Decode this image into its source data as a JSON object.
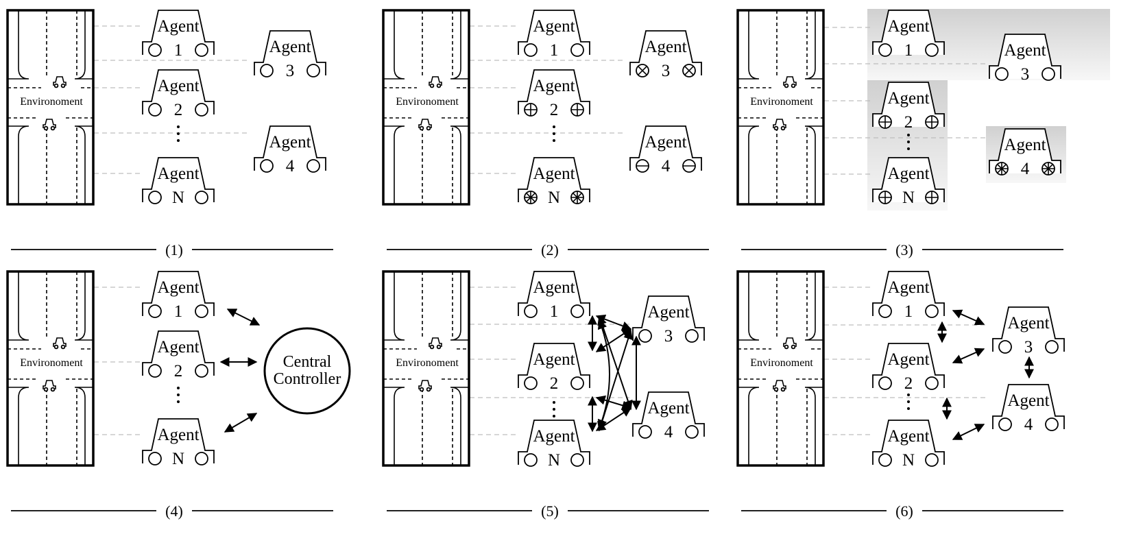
{
  "colors": {
    "ink": "#000000",
    "leader": "#bdbdbd",
    "group_shade_dark": "#d0d0d0",
    "group_shade_light": "#f7f7f7"
  },
  "environment_label": "Environoment",
  "agent_word": "Agent",
  "central_controller": {
    "line1": "Central",
    "line2": "Controller"
  },
  "panels": [
    {
      "caption": "(1)",
      "agents": [
        {
          "id": "1",
          "wheel": "plain"
        },
        {
          "id": "2",
          "wheel": "plain"
        },
        {
          "id": "N",
          "wheel": "plain"
        },
        {
          "id": "3",
          "wheel": "plain"
        },
        {
          "id": "4",
          "wheel": "plain"
        }
      ]
    },
    {
      "caption": "(2)",
      "agents": [
        {
          "id": "1",
          "wheel": "plain"
        },
        {
          "id": "2",
          "wheel": "oplus"
        },
        {
          "id": "N",
          "wheel": "asterisk"
        },
        {
          "id": "3",
          "wheel": "otimes"
        },
        {
          "id": "4",
          "wheel": "ominus"
        }
      ]
    },
    {
      "caption": "(3)",
      "agents": [
        {
          "id": "1",
          "wheel": "plain"
        },
        {
          "id": "2",
          "wheel": "oplus"
        },
        {
          "id": "N",
          "wheel": "oplus"
        },
        {
          "id": "3",
          "wheel": "plain"
        },
        {
          "id": "4",
          "wheel": "asterisk"
        }
      ]
    },
    {
      "caption": "(4)",
      "agents": [
        {
          "id": "1",
          "wheel": "plain"
        },
        {
          "id": "2",
          "wheel": "plain"
        },
        {
          "id": "N",
          "wheel": "plain"
        }
      ]
    },
    {
      "caption": "(5)",
      "agents": [
        {
          "id": "1",
          "wheel": "plain"
        },
        {
          "id": "2",
          "wheel": "plain"
        },
        {
          "id": "N",
          "wheel": "plain"
        },
        {
          "id": "3",
          "wheel": "plain"
        },
        {
          "id": "4",
          "wheel": "plain"
        }
      ]
    },
    {
      "caption": "(6)",
      "agents": [
        {
          "id": "1",
          "wheel": "plain"
        },
        {
          "id": "2",
          "wheel": "plain"
        },
        {
          "id": "N",
          "wheel": "plain"
        },
        {
          "id": "3",
          "wheel": "plain"
        },
        {
          "id": "4",
          "wheel": "plain"
        }
      ]
    }
  ]
}
